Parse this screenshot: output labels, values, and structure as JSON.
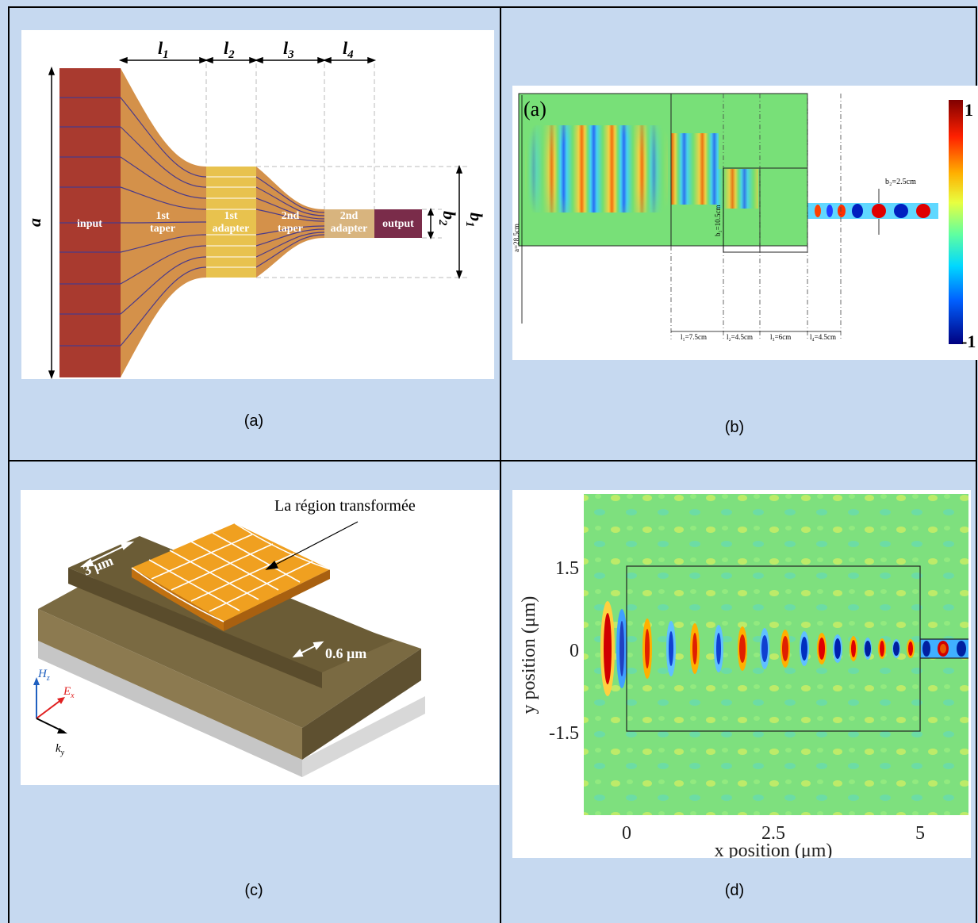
{
  "captions": {
    "a": "(a)",
    "b": "(b)",
    "c": "(c)",
    "d": "(d)"
  },
  "panel_a": {
    "dims": {
      "l1": "l",
      "l1_sub": "1",
      "l2": "l",
      "l2_sub": "2",
      "l3": "l",
      "l3_sub": "3",
      "l4": "l",
      "l4_sub": "4",
      "a": "a",
      "b1": "b",
      "b1_sub": "1",
      "b2": "b",
      "b2_sub": "2"
    },
    "regions": {
      "input": "input",
      "taper1_line1": "1st",
      "taper1_line2": "taper",
      "adapter1_line1": "1st",
      "adapter1_line2": "adapter",
      "taper2_line1": "2nd",
      "taper2_line2": "taper",
      "adapter2_line1": "2nd",
      "adapter2_line2": "adapter",
      "output": "output"
    },
    "colors": {
      "input": "#a93a2f",
      "taper": "#d4914a",
      "adapter": "#e8c24e",
      "output": "#7a2c4a",
      "lines": "#4a3a8a"
    }
  },
  "panel_b": {
    "label": "(a)",
    "a_label": "a=28.5cm",
    "b1_label": "b₁=10.5cm",
    "b2_label": "b₂=2.5cm",
    "l1_label": "l₁=7.5cm",
    "l2_label": "l₂=4.5cm",
    "l3_label": "l₃=6cm",
    "l4_label": "l₄=4.5cm",
    "colorbar_max": "1",
    "colorbar_min": "-1"
  },
  "panel_c": {
    "annotation": "La région transformée",
    "width_label": "3 μm",
    "exit_label": "0.6 μm",
    "axis_h": "H",
    "axis_h_sub": "z",
    "axis_e": "E",
    "axis_e_sub": "x",
    "axis_k": "k",
    "axis_k_sub": "y"
  },
  "panel_d": {
    "xlabel": "x position (μm)",
    "ylabel": "y position (μm)",
    "xticks": [
      "0",
      "2.5",
      "5"
    ],
    "yticks": [
      "1.5",
      "0",
      "-1.5"
    ]
  }
}
